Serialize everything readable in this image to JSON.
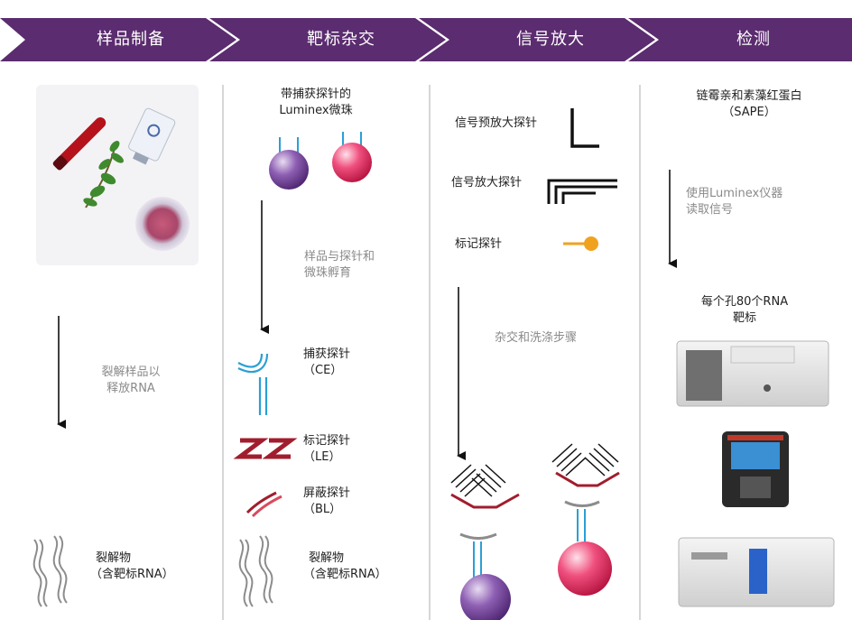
{
  "colors": {
    "banner": "#5b2c6f",
    "divider": "#c9c9c9",
    "ce_probe": "#2a9fd6",
    "le_probe": "#a11d2e",
    "bead_purple": "#7b4a9e",
    "bead_pink": "#e8356b",
    "label_probe": "#f0a21f"
  },
  "steps": [
    {
      "label": "样品制备"
    },
    {
      "label": "靶标杂交"
    },
    {
      "label": "信号放大"
    },
    {
      "label": "检测"
    }
  ],
  "col1": {
    "arrow_label_1": "裂解样品以",
    "arrow_label_2": "释放RNA",
    "lysate_label_1": "裂解物",
    "lysate_label_2": "（含靶标RNA）"
  },
  "col2": {
    "beads_title_1": "带捕获探针的",
    "beads_title_2": "Luminex微珠",
    "arrow_label_1": "样品与探针和",
    "arrow_label_2": "微珠孵育",
    "ce_label_1": "捕获探针",
    "ce_label_2": "（CE）",
    "le_label_1": "标记探针",
    "le_label_2": "（LE）",
    "bl_label_1": "屏蔽探针",
    "bl_label_2": "（BL）",
    "lysate_label_1": "裂解物",
    "lysate_label_2": "（含靶标RNA）"
  },
  "col3": {
    "pre_amp_label": "信号预放大探针",
    "amp_label": "信号放大探针",
    "label_probe_label": "标记探针",
    "arrow_label": "杂交和洗涤步骤"
  },
  "col4": {
    "sape_label_1": "链霉亲和素藻红蛋白",
    "sape_label_2": "（SAPE）",
    "arrow_label_1": "使用Luminex仪器",
    "arrow_label_2": "读取信号",
    "targets_label_1": "每个孔80个RNA",
    "targets_label_2": "靶标"
  }
}
